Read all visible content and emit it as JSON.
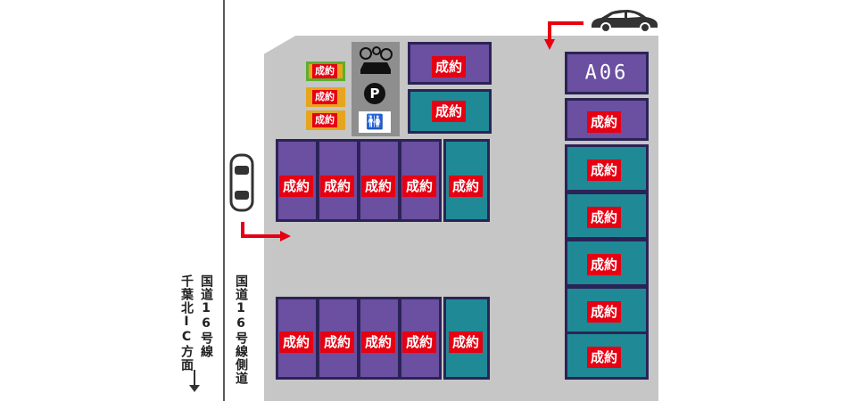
{
  "road": {
    "left_text": [
      "千葉北IC方面",
      "国道16号線"
    ],
    "right_text": "国道16号線側道"
  },
  "status_label": "成約",
  "icons": {
    "car": "car-icon",
    "parking": "P",
    "restroom": "restroom-icon",
    "arrow": "arrow-icon"
  },
  "spots": {
    "a06_code": "A06"
  },
  "colors": {
    "purple": "#6b4fa0",
    "teal": "#1f8a95",
    "badge": "#e60012",
    "lot": "#c6c6c6"
  }
}
